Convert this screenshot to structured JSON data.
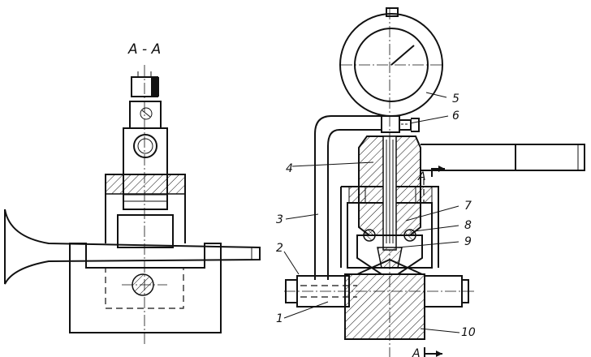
{
  "section_title": "A - A",
  "section_mark_top": "A",
  "section_mark_bottom": "A",
  "callouts": [
    {
      "id": "1",
      "text": "1"
    },
    {
      "id": "2",
      "text": "2"
    },
    {
      "id": "3",
      "text": "3"
    },
    {
      "id": "4",
      "text": "4"
    },
    {
      "id": "5",
      "text": "5"
    },
    {
      "id": "6",
      "text": "6"
    },
    {
      "id": "7",
      "text": "7"
    },
    {
      "id": "8",
      "text": "8"
    },
    {
      "id": "9",
      "text": "9"
    },
    {
      "id": "10",
      "text": "10"
    }
  ]
}
